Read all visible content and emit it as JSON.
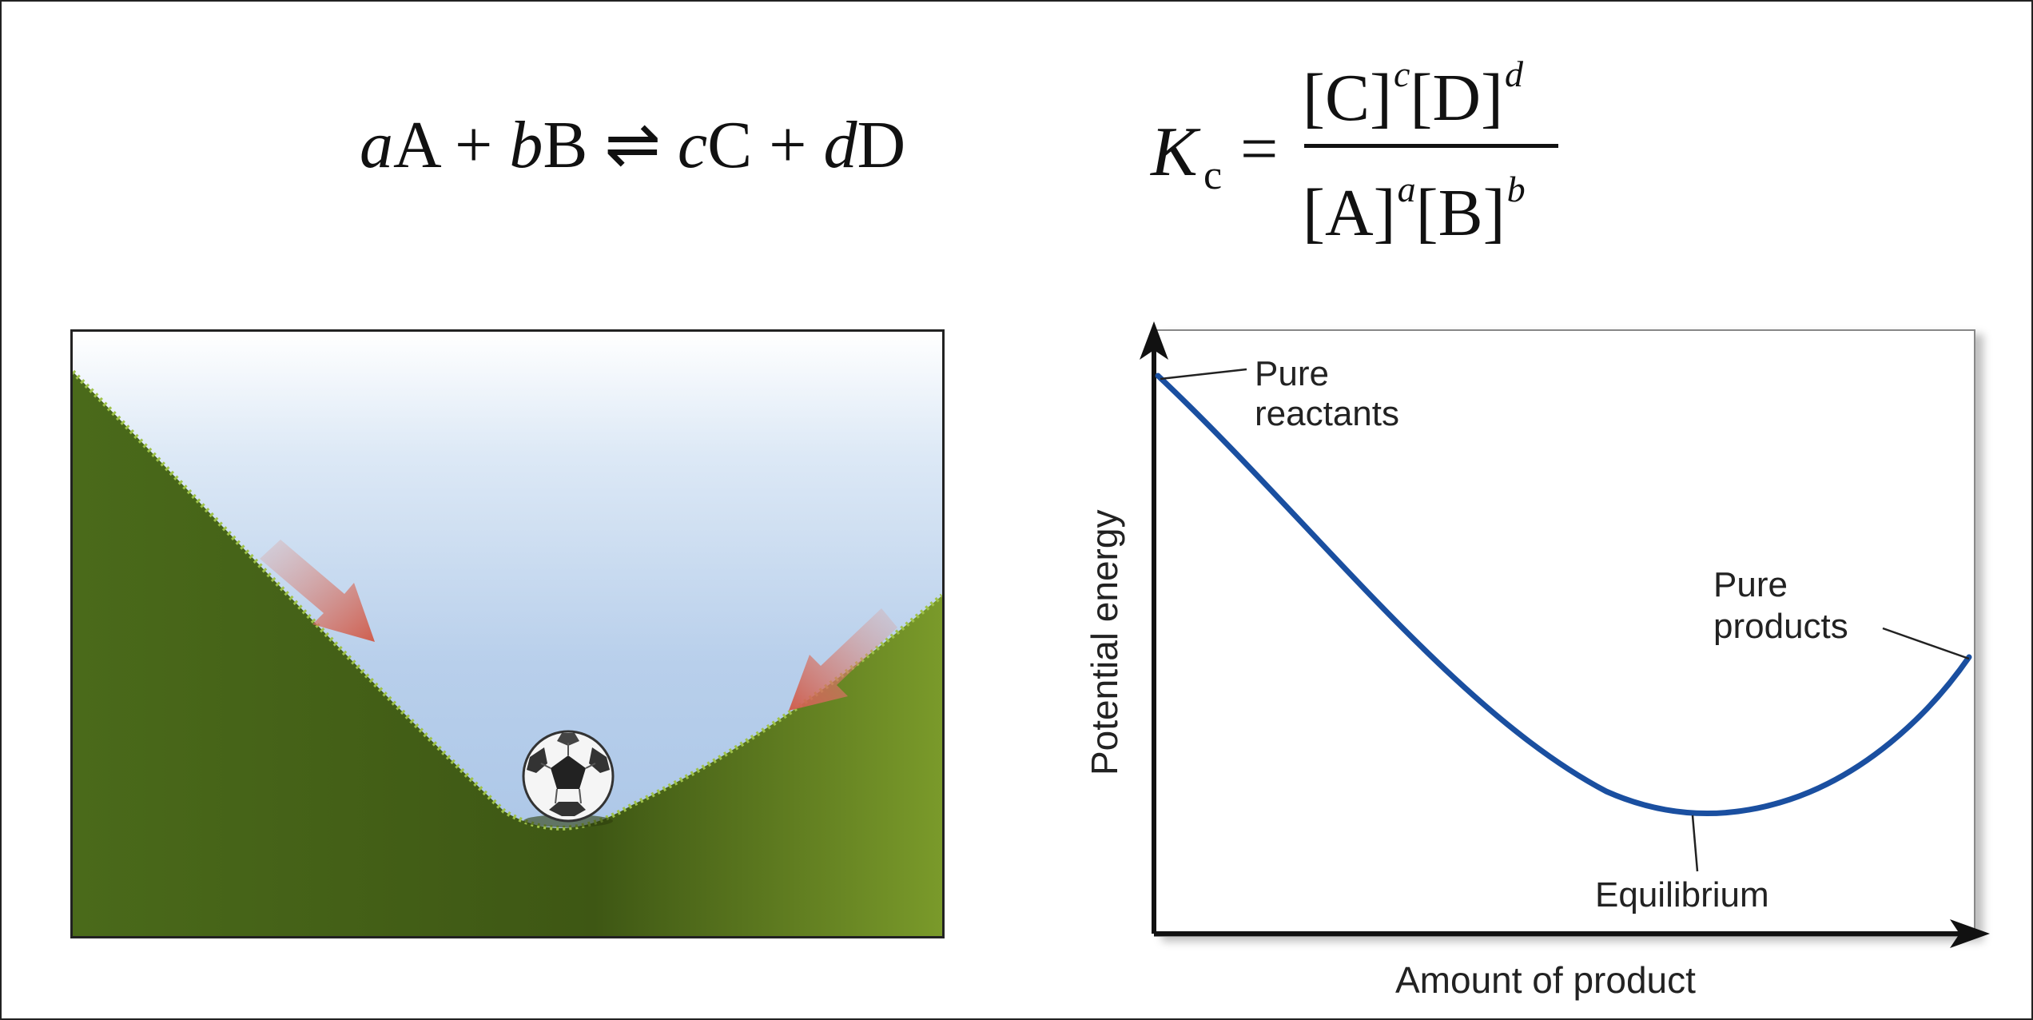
{
  "equation": {
    "reaction": {
      "a": "a",
      "A": "A",
      "plus1": "+",
      "b": "b",
      "B": "B",
      "arrows": "⇌",
      "c": "c",
      "C": "C",
      "plus2": "+",
      "d": "d",
      "D": "D"
    },
    "kc": {
      "K": "K",
      "sub": "c",
      "eq": "=",
      "num": {
        "C": "[C]",
        "c": "c",
        "D": "[D]",
        "d": "d"
      },
      "den": {
        "A": "[A]",
        "a": "a",
        "B": "[B]",
        "b": "b"
      }
    }
  },
  "graph": {
    "ylabel": "Potential energy",
    "xlabel": "Amount of product",
    "label_reactants_1": "Pure",
    "label_reactants_2": "reactants",
    "label_products_1": "Pure",
    "label_products_2": "products",
    "label_equilibrium": "Equilibrium",
    "curve_color": "#1a4fa0"
  },
  "illustration": {
    "hill_color": "#4e6a1c",
    "arrow_color": "#d2685a",
    "ball": "soccer-ball"
  }
}
